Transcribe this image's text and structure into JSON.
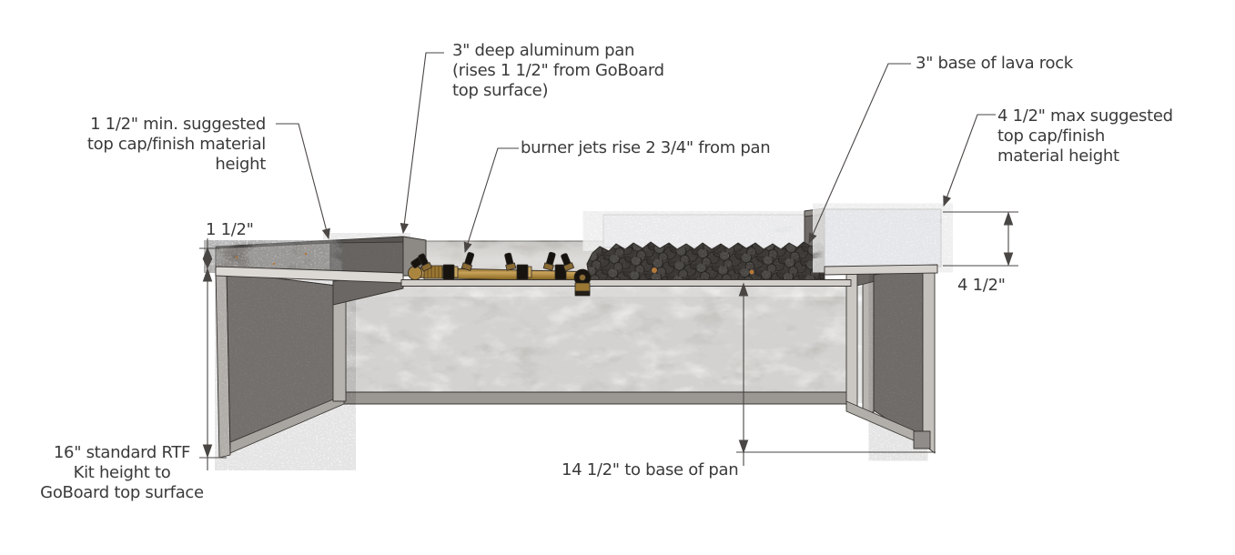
{
  "figure": {
    "description": "Cutaway cross-section diagram of a rectangular fire pit kit showing pan, burner, lava rock and cap dimensions",
    "callouts": {
      "cap_min": "1 1/2\" min. suggested\ntop cap/finish material\nheight",
      "aluminum_pan": "3\" deep aluminum pan\n(rises 1 1/2\" from GoBoard\ntop surface)",
      "burner_jets": "burner jets rise 2 3/4\" from pan",
      "lava_rock": "3\" base of lava rock",
      "cap_max": "4 1/2\" max suggested\ntop cap/finish\nmaterial height"
    },
    "dimensions": {
      "cap_thickness": "1 1/2\"",
      "cap_max_thickness": "4 1/2\"",
      "kit_height": "16\" standard RTF\nKit height to\nGoBoard top surface",
      "pan_base_depth": "14 1/2\" to base of pan"
    },
    "colors": {
      "text": "#3a3a3a",
      "line": "#4a4644",
      "granite_cap": "#b2ada8",
      "marble_cap_far": "#e0e4eb",
      "marble_cap_right": "#cdd4e2",
      "goboard_panel": "#d8d5d1",
      "frame_stud": "#b6b3af",
      "end_panel": "#817d7a",
      "pan_wall": "#8d8a86",
      "burner_brass": "#b28c4e",
      "lava_rock": "#55514d"
    }
  }
}
